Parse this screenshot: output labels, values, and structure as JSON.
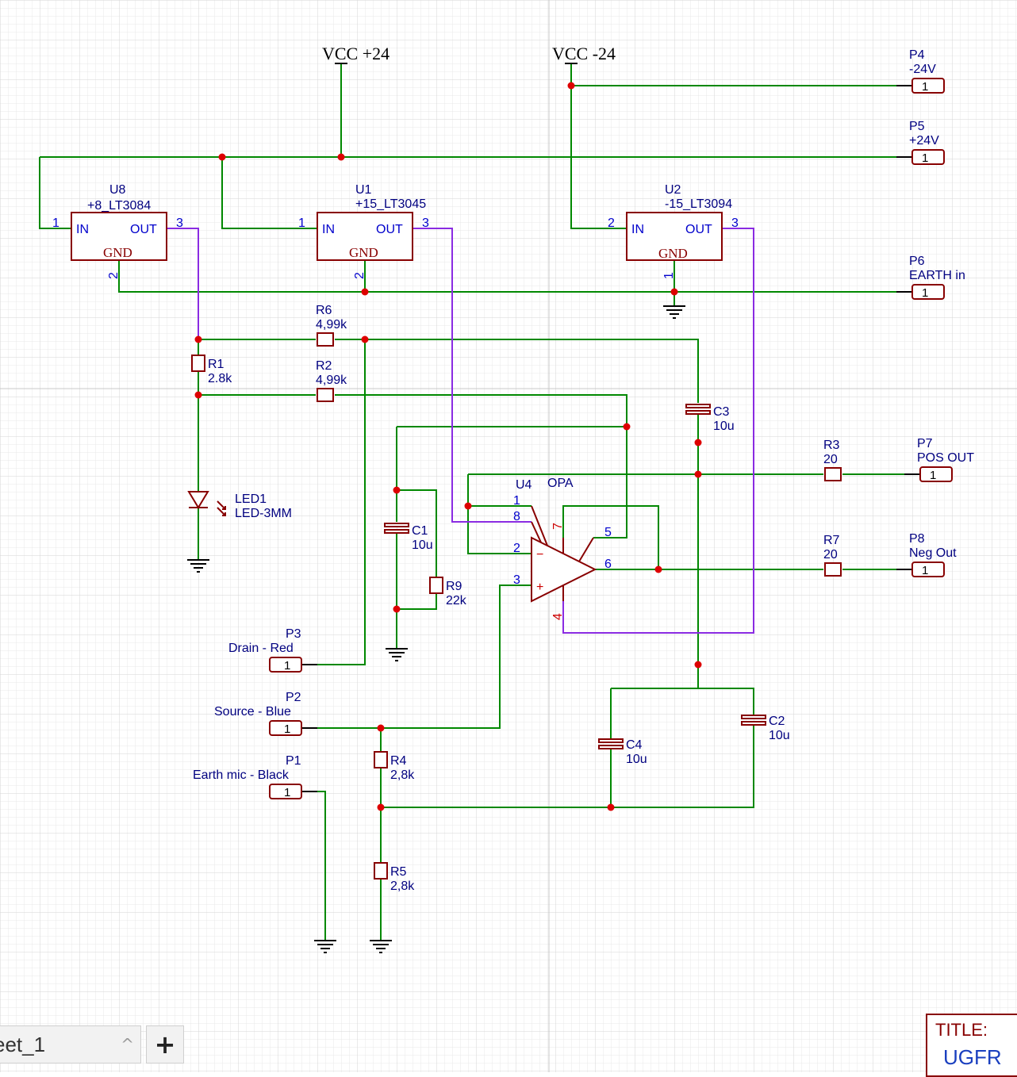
{
  "power": {
    "vcc_pos": "VCC +24",
    "vcc_neg": "VCC -24"
  },
  "regulators": {
    "u8": {
      "ref": "U8",
      "value": "+8_LT3084",
      "in": "IN",
      "out": "OUT",
      "gnd": "GND",
      "pin_in": "1",
      "pin_out": "3",
      "pin_gnd": "2"
    },
    "u1": {
      "ref": "U1",
      "value": "+15_LT3045",
      "in": "IN",
      "out": "OUT",
      "gnd": "GND",
      "pin_in": "1",
      "pin_out": "3",
      "pin_gnd": "2"
    },
    "u2": {
      "ref": "U2",
      "value": "-15_LT3094",
      "in": "IN",
      "out": "OUT",
      "gnd": "GND",
      "pin_in": "2",
      "pin_out": "3",
      "pin_gnd": "1"
    }
  },
  "opamp": {
    "ref": "U4",
    "value": "OPA",
    "pins": [
      "1",
      "8",
      "2",
      "3",
      "7",
      "5",
      "6",
      "4"
    ],
    "minus": "−",
    "plus": "+"
  },
  "resistors": {
    "r1": {
      "ref": "R1",
      "value": "2.8k"
    },
    "r2": {
      "ref": "R2",
      "value": "4,99k"
    },
    "r6": {
      "ref": "R6",
      "value": "4,99k"
    },
    "r3": {
      "ref": "R3",
      "value": "20"
    },
    "r7": {
      "ref": "R7",
      "value": "20"
    },
    "r9": {
      "ref": "R9",
      "value": "22k"
    },
    "r4": {
      "ref": "R4",
      "value": "2,8k"
    },
    "r5": {
      "ref": "R5",
      "value": "2,8k"
    }
  },
  "capacitors": {
    "c1": {
      "ref": "C1",
      "value": "10u"
    },
    "c2": {
      "ref": "C2",
      "value": "10u"
    },
    "c3": {
      "ref": "C3",
      "value": "10u"
    },
    "c4": {
      "ref": "C4",
      "value": "10u"
    }
  },
  "led": {
    "ref": "LED1",
    "value": "LED-3MM"
  },
  "connectors": {
    "p4": {
      "ref": "P4",
      "value": "-24V",
      "pin": "1"
    },
    "p5": {
      "ref": "P5",
      "value": "+24V",
      "pin": "1"
    },
    "p6": {
      "ref": "P6",
      "value": "EARTH in",
      "pin": "1"
    },
    "p7": {
      "ref": "P7",
      "value": "POS OUT",
      "pin": "1"
    },
    "p8": {
      "ref": "P8",
      "value": "Neg Out",
      "pin": "1"
    },
    "p3": {
      "ref": "P3",
      "value": "Drain - Red",
      "pin": "1"
    },
    "p2": {
      "ref": "P2",
      "value": "Source - Blue",
      "pin": "1"
    },
    "p1": {
      "ref": "P1",
      "value": "Earth mic - Black",
      "pin": "1"
    }
  },
  "sheet_tab": {
    "label": "eet_1",
    "chevron": "^",
    "add": "+"
  },
  "title_block": {
    "label": "TITLE:",
    "value": "UGFR"
  },
  "colors": {
    "wire": "#008800",
    "power_wire": "#8a2be2",
    "part": "#880000",
    "junction": "#dd0000",
    "label": "#000080"
  }
}
